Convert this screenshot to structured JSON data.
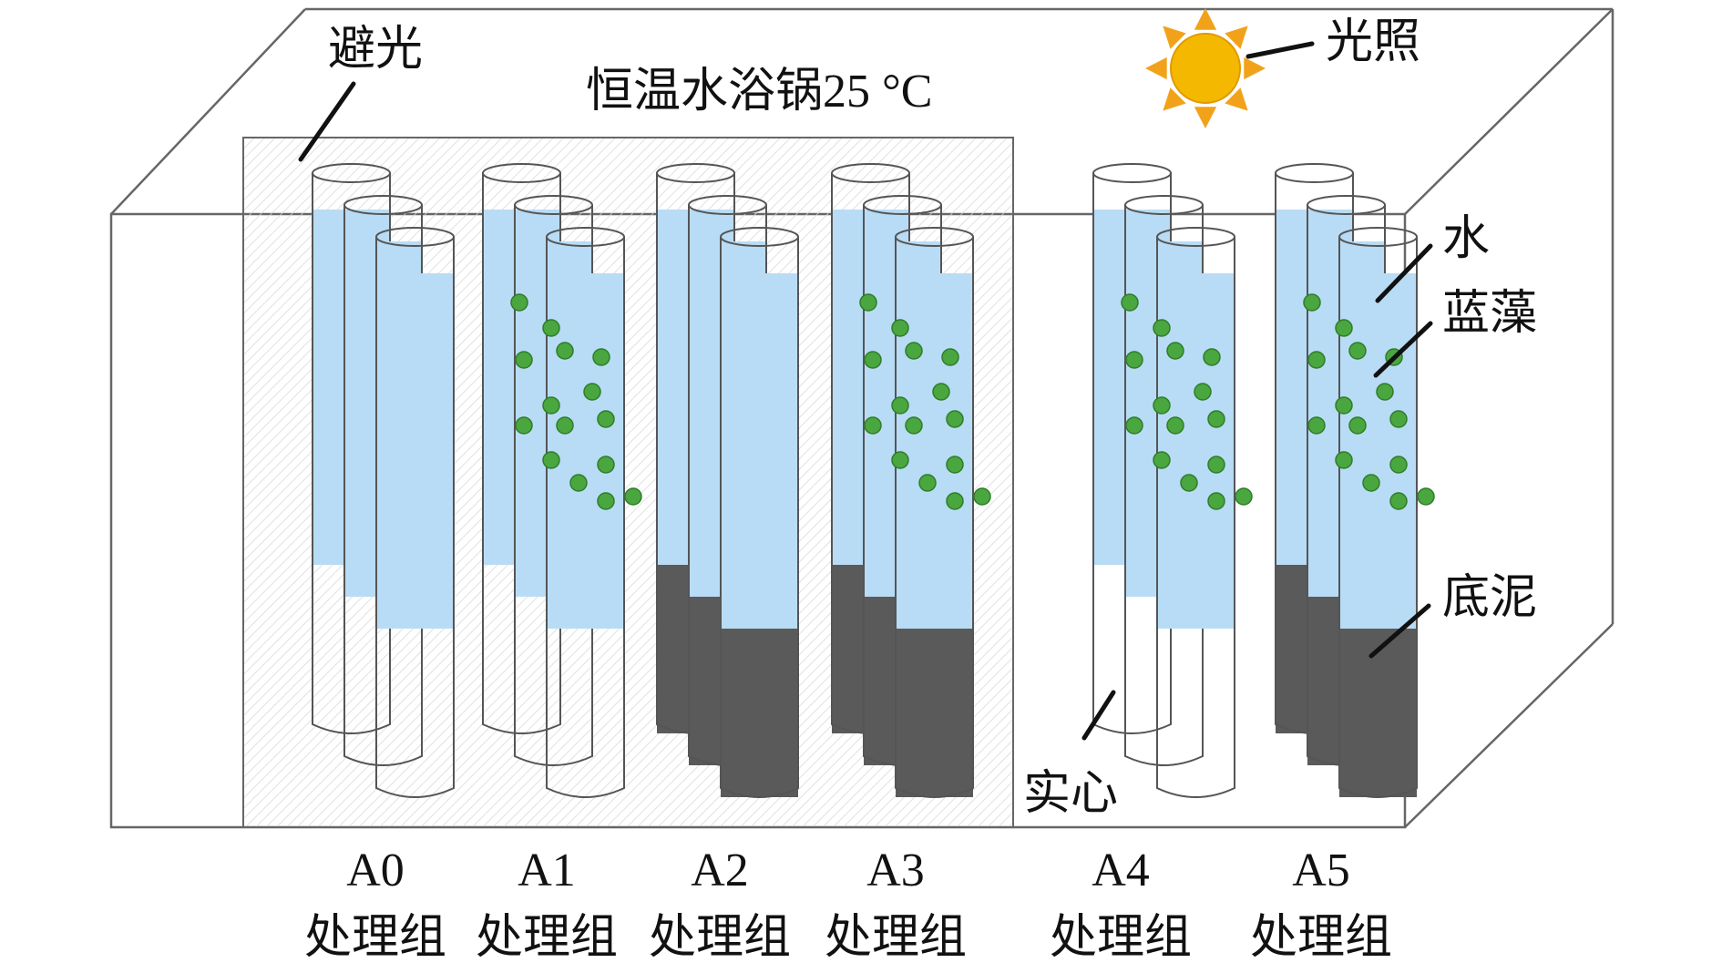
{
  "labels": {
    "dark": "避光",
    "light": "光照",
    "bath_title": "恒温水浴锅",
    "bath_temp": "25 °C",
    "water": "水",
    "algae": "蓝藻",
    "sediment": "底泥",
    "solid": "实心"
  },
  "groups": [
    {
      "code": "A0",
      "suffix": "处理组",
      "sediment": false,
      "algae": false,
      "hollow_bottom": true
    },
    {
      "code": "A1",
      "suffix": "处理组",
      "sediment": false,
      "algae": true,
      "hollow_bottom": true
    },
    {
      "code": "A2",
      "suffix": "处理组",
      "sediment": true,
      "algae": false,
      "hollow_bottom": false
    },
    {
      "code": "A3",
      "suffix": "处理组",
      "sediment": true,
      "algae": true,
      "hollow_bottom": false
    },
    {
      "code": "A4",
      "suffix": "处理组",
      "sediment": false,
      "algae": true,
      "hollow_bottom": true
    },
    {
      "code": "A5",
      "suffix": "处理组",
      "sediment": true,
      "algae": true,
      "hollow_bottom": false
    }
  ],
  "colors": {
    "water": "#b8dcf5",
    "sediment": "#5a5a5a",
    "algae": "#4aa63f",
    "algae_stroke": "#2f7d2a",
    "outline": "#555555",
    "sun": "#f5b800",
    "sun_rays": "#f2a21a"
  },
  "icons": {
    "sun": "sun-icon"
  }
}
